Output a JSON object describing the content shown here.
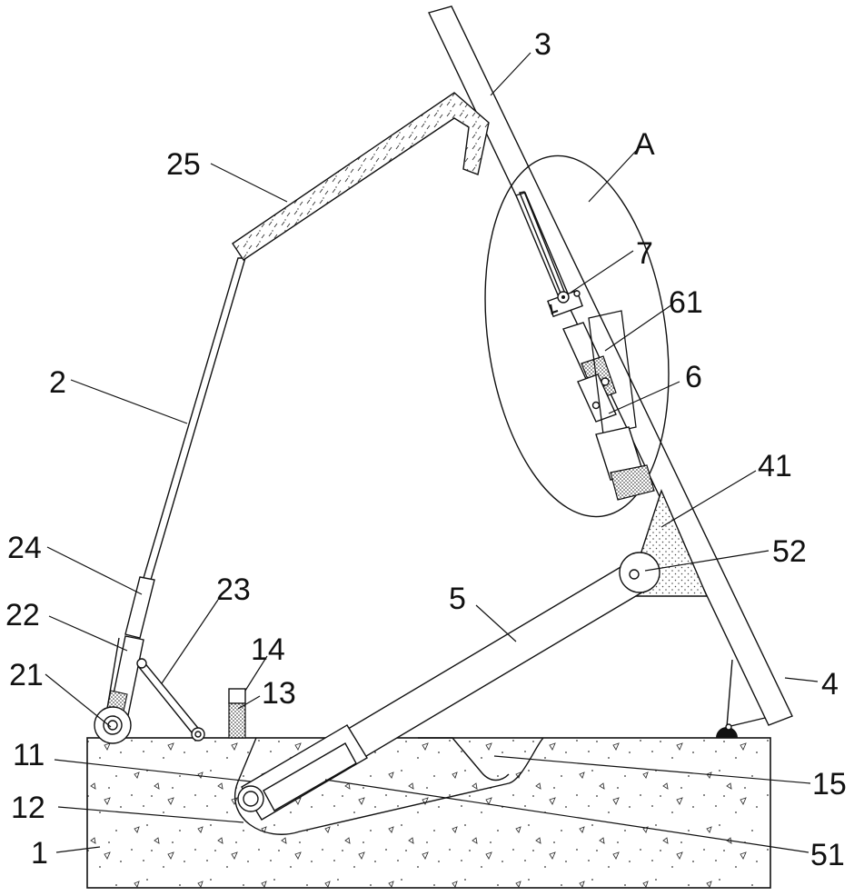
{
  "figure": {
    "labels": {
      "l1": "1",
      "l2": "2",
      "l3": "3",
      "l4": "4",
      "l5": "5",
      "l6": "6",
      "l7": "7",
      "l11": "11",
      "l12": "12",
      "l13": "13",
      "l14": "14",
      "l15": "15",
      "l21": "21",
      "l22": "22",
      "l23": "23",
      "l24": "24",
      "l25": "25",
      "l41": "41",
      "l51": "51",
      "l52": "52",
      "l61": "61",
      "lA": "A"
    }
  }
}
